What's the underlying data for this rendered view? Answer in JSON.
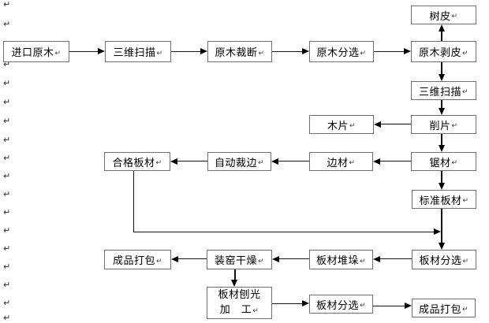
{
  "doc": {
    "return_mark": "↵"
  },
  "colors": {
    "background": "#ffffff",
    "box_border": "#6e6e6e",
    "box_fill": "#ffffff",
    "line": "#141414",
    "text": "#000000",
    "mark": "#3a3a3a"
  },
  "flowchart": {
    "nodes": [
      {
        "label": "进口原木"
      },
      {
        "label": "三维扫描"
      },
      {
        "label": "原木裁断"
      },
      {
        "label": "原木分选"
      },
      {
        "label": "原木剥皮"
      },
      {
        "label": "树皮"
      },
      {
        "label": "三维扫描"
      },
      {
        "label": "削片"
      },
      {
        "label": "木片"
      },
      {
        "label": "锯材"
      },
      {
        "label": "边材"
      },
      {
        "label": "自动裁边"
      },
      {
        "label": "合格板材"
      },
      {
        "label": "标准板材"
      },
      {
        "label": "板材分选"
      },
      {
        "label": "板材堆垛"
      },
      {
        "label": "装窑干燥"
      },
      {
        "label": "成品打包"
      },
      {
        "label_line1": "板材刨光",
        "label_line2": "加　工"
      },
      {
        "label": "板材分选"
      },
      {
        "label": "成品打包"
      }
    ]
  }
}
